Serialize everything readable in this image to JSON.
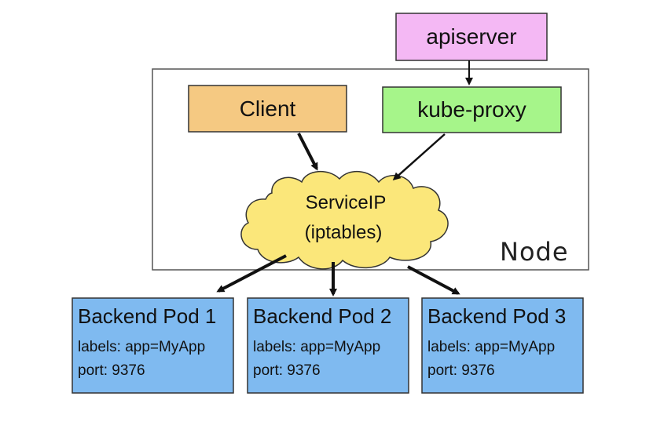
{
  "diagram": {
    "node_label": "Node",
    "apiserver_label": "apiserver",
    "client_label": "Client",
    "kube_proxy_label": "kube-proxy",
    "service": {
      "line1": "ServiceIP",
      "line2": "(iptables)"
    },
    "pods": [
      {
        "title": "Backend Pod 1",
        "labels": "labels: app=MyApp",
        "port": "port: 9376"
      },
      {
        "title": "Backend Pod 2",
        "labels": "labels: app=MyApp",
        "port": "port: 9376"
      },
      {
        "title": "Backend Pod 3",
        "labels": "labels: app=MyApp",
        "port": "port: 9376"
      }
    ],
    "colors": {
      "apiserver": "#f4b8f4",
      "client": "#f5c982",
      "kube_proxy": "#a6f58a",
      "cloud": "#fbe77a",
      "pod": "#7fbaf0",
      "node_border": "#555555"
    }
  }
}
